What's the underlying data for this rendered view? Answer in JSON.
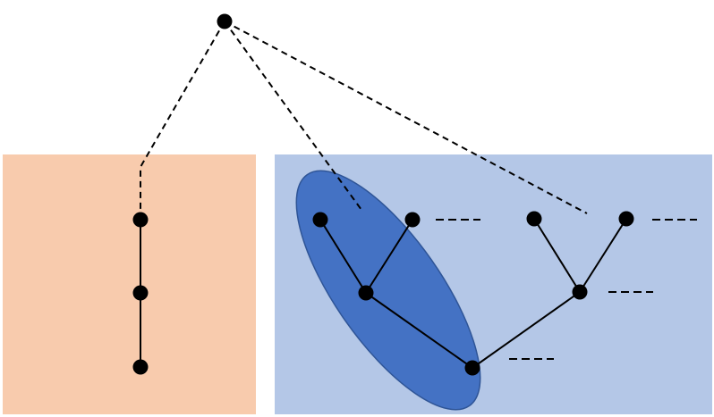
{
  "diagram": {
    "colors": {
      "background": "#ffffff",
      "left_panel_fill": "#f8cbad",
      "right_panel_fill": "#b4c7e7",
      "ellipse_fill": "#4472c4",
      "ellipse_stroke": "#2f5597",
      "node_fill": "#000000",
      "edge_stroke": "#000000"
    },
    "shapes": {
      "left_panel": "rectangle",
      "right_panel": "rectangle",
      "highlight": "ellipse",
      "nodes": "filled-circle",
      "solid_edges": "solid-line",
      "dashed_edges": "dashed-line",
      "dangling_markers": "dashed-line"
    }
  }
}
